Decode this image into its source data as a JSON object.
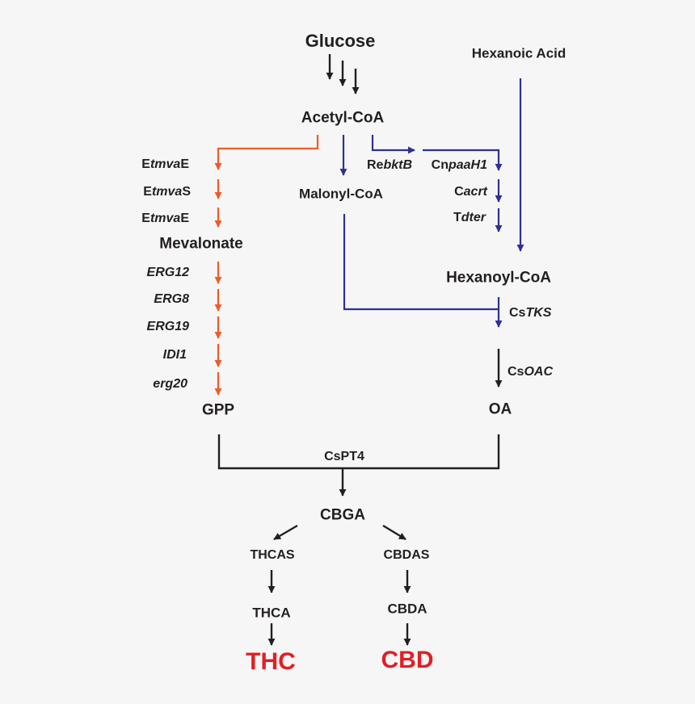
{
  "colors": {
    "mva": "#f15a29",
    "fatty": "#2e3192",
    "core": "#231f20",
    "product": "#e31e24"
  },
  "metabolites": {
    "glucose": "Glucose",
    "hexanoic_acid": "Hexanoic Acid",
    "acetyl_coa": "Acetyl-CoA",
    "malonyl_coa": "Malonyl-CoA",
    "mevalonate": "Mevalonate",
    "hexanoyl_coa": "Hexanoyl-CoA",
    "gpp": "GPP",
    "oa": "OA",
    "cbga": "CBGA",
    "thca": "THCA",
    "cbda": "CBDA"
  },
  "enzymes": {
    "mva": [
      {
        "prefix": "E",
        "italic": "tmva",
        "suffix": "E"
      },
      {
        "prefix": "E",
        "italic": "tmva",
        "suffix": "S"
      },
      {
        "prefix": "E",
        "italic": "tmva",
        "suffix": "E"
      },
      {
        "prefix": "",
        "italic": "ERG12",
        "suffix": ""
      },
      {
        "prefix": "",
        "italic": "ERG8",
        "suffix": ""
      },
      {
        "prefix": "",
        "italic": "ERG19",
        "suffix": ""
      },
      {
        "prefix": "",
        "italic": "IDI1",
        "suffix": ""
      },
      {
        "prefix": "",
        "italic": "erg20",
        "suffix": ""
      }
    ],
    "rebktb": {
      "prefix": "Re",
      "italic": "bktB",
      "suffix": ""
    },
    "cnpaah1": {
      "prefix": "Cn",
      "italic": "paaH1",
      "suffix": ""
    },
    "cacrt": {
      "prefix": "C",
      "italic": "acrt",
      "suffix": ""
    },
    "tdter": {
      "prefix": "T",
      "italic": "dter",
      "suffix": ""
    },
    "cstks": {
      "prefix": "Cs",
      "italic": "TKS",
      "suffix": ""
    },
    "csoac": {
      "prefix": "Cs",
      "italic": "OAC",
      "suffix": ""
    },
    "cspt4": "CsPT4",
    "thcas": "THCAS",
    "cbdas": "CBDAS"
  },
  "products": {
    "thc": "THC",
    "cbd": "CBD"
  }
}
